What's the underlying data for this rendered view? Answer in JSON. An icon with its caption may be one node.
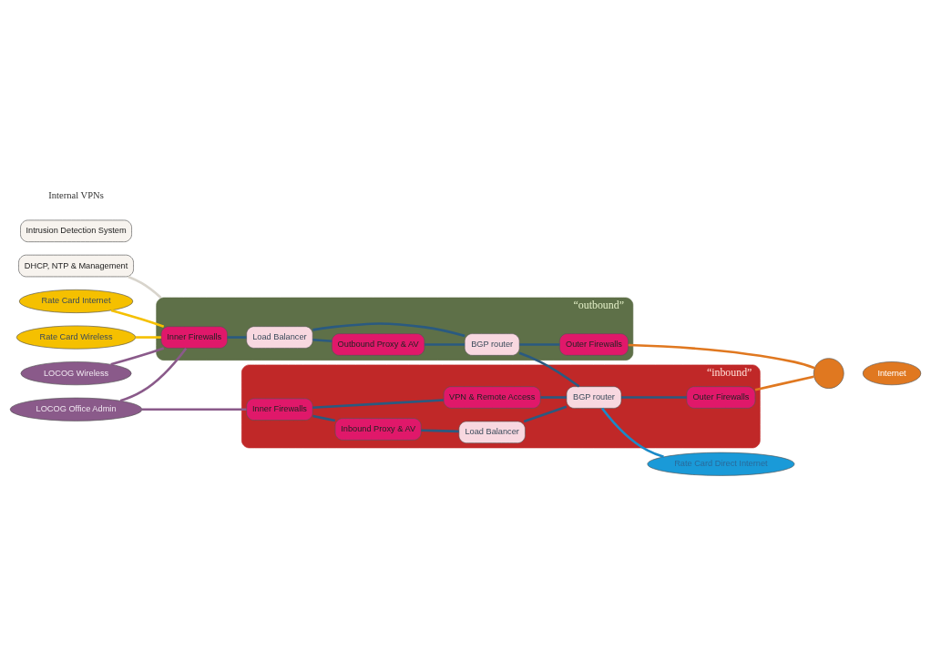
{
  "diagram": {
    "nodes": [
      {
        "text": [
          "DHCP, NTP & Management"
        ]
      },
      {
        "text": [
          "Intrusion Detection System"
        ]
      },
      {
        "text": [
          "Rate Card Internet"
        ]
      },
      {
        "text": [
          "Rate Card Wireless"
        ]
      },
      {
        "text": [
          "LOCOG Wireless"
        ]
      },
      {
        "text": [
          "LOCOG Office Admin"
        ]
      },
      {
        "text": [
          "“outbound”"
        ]
      },
      {
        "text": [
          "Inner Firewalls"
        ],
        "in": 6
      },
      {
        "text": [
          "Load Balancer"
        ],
        "in": 6
      },
      {
        "text": [
          "Outbound Proxy & AV"
        ],
        "in": 6
      },
      {
        "text": [
          "BGP router"
        ],
        "in": 6
      },
      {
        "text": [
          "Outer Firewalls"
        ],
        "in": 6
      },
      {
        "text": [
          "“inbound”"
        ]
      },
      {
        "text": [
          "Inner Firewalls"
        ],
        "in": 12
      },
      {
        "text": [
          "Inbound Proxy & AV"
        ],
        "in": 12
      },
      {
        "text": [
          "Load Balancer"
        ],
        "in": 12
      },
      {
        "text": [
          "VPN & Remote Access"
        ],
        "in": 12
      },
      {
        "text": [
          "BGP router"
        ],
        "in": 12
      },
      {
        "text": [
          "Outer Firewalls"
        ],
        "in": 12
      },
      {
        "text": [
          "Rate Card Direct Internet"
        ]
      },
      {
        "text": [
          "Internet"
        ]
      },
      {
        "text": [],
        "shape": "circle"
      }
    ],
    "edges": [
      {
        "from": 0,
        "to": 6,
        "arrow": "none",
        "color": "#d8d4cc"
      },
      {
        "from": 2,
        "to": 7,
        "arrow": "none",
        "color": "#f5c000"
      },
      {
        "from": 3,
        "to": 7,
        "arrow": "none",
        "color": "#f5c000"
      },
      {
        "from": 4,
        "to": 7,
        "arrow": "none",
        "color": "#8a5a8a"
      },
      {
        "from": 5,
        "to": 7,
        "arrow": "none",
        "color": "#8a5a8a"
      },
      {
        "from": 5,
        "to": 13,
        "arrow": "none",
        "color": "#8a5a8a"
      },
      {
        "from": 7,
        "to": 8,
        "arrow": "none"
      },
      {
        "from": 8,
        "to": 10,
        "arrow": "none"
      },
      {
        "from": 8,
        "to": 9,
        "arrow": "none"
      },
      {
        "from": 9,
        "to": 10,
        "arrow": "none"
      },
      {
        "from": 10,
        "to": 11,
        "arrow": "none"
      },
      {
        "from": 10,
        "to": 17,
        "arrow": "none"
      },
      {
        "from": 11,
        "to": 21,
        "arrow": "none",
        "color": "#e07820"
      },
      {
        "from": 13,
        "to": 14,
        "arrow": "none"
      },
      {
        "from": 14,
        "to": 15,
        "arrow": "none"
      },
      {
        "from": 15,
        "to": 17,
        "arrow": "none"
      },
      {
        "from": 13,
        "to": 16,
        "arrow": "none"
      },
      {
        "from": 16,
        "to": 17,
        "arrow": "none"
      },
      {
        "from": 17,
        "to": 18,
        "arrow": "none"
      },
      {
        "from": 18,
        "to": 21,
        "arrow": "none",
        "color": "#e07820"
      },
      {
        "from": 17,
        "to": 19,
        "arrow": "none",
        "color": "#1a8ac8"
      }
    ],
    "labels": [
      "Internal VPNs"
    ]
  }
}
